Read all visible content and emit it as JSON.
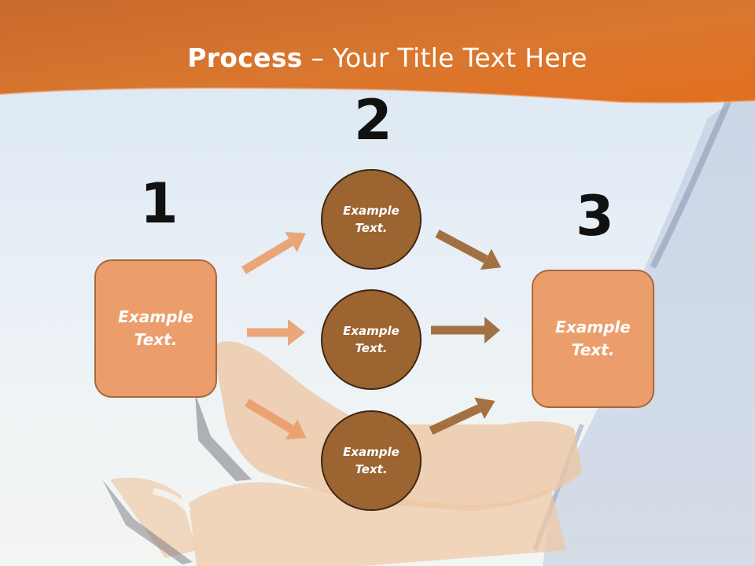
{
  "title": {
    "bold": "Process",
    "rest": " – Your Title Text Here"
  },
  "steps": {
    "one": "1",
    "two": "2",
    "three": "3"
  },
  "left_box": {
    "line1": "Example",
    "line2": "Text."
  },
  "right_box": {
    "line1": "Example",
    "line2": "Text."
  },
  "circles": [
    {
      "line1": "Example",
      "line2": "Text."
    },
    {
      "line1": "Example",
      "line2": "Text."
    },
    {
      "line1": "Example",
      "line2": "Text."
    }
  ],
  "colors": {
    "header": "#e07a2e",
    "box": "#eb9e6c",
    "circle": "#9b6430",
    "arrow_light": "#eb9e6c",
    "arrow_dark": "#9b6430"
  }
}
